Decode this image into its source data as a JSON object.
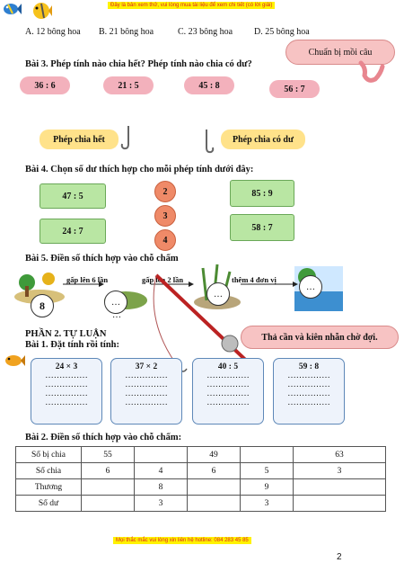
{
  "banner_top": "Đây là bản xem thử, vui lòng mua tài liệu để xem chi tiết (có lời giải)",
  "banner_bottom": "Mọi thắc mắc vui lòng xin liên hệ hotline: 084 283 45 85",
  "page_number": "2",
  "options_prev": [
    "A. 12 bông hoa",
    "B. 21 bông hoa",
    "C. 23 bông hoa",
    "D. 25 bông hoa"
  ],
  "bai3": {
    "title": "Bài 3. Phép tính nào chia hết? Phép tính nào chia có dư?",
    "bubble": "Chuẩn bị mồi câu",
    "worms": [
      "36 : 6",
      "21 : 5",
      "45 : 8",
      "56 : 7"
    ],
    "hook_exact": "Phép chia hết",
    "hook_remainder": "Phép chia có dư"
  },
  "bai4": {
    "title": "Bài 4. Chọn số dư thích hợp cho mỗi phép tính dưới đây:",
    "left": [
      "47 : 5",
      "24 : 7"
    ],
    "remainders": [
      "2",
      "3",
      "4"
    ],
    "right": [
      "85 : 9",
      "58 : 7"
    ]
  },
  "bai5": {
    "title": "Bài 5. Điền số thích hợp vào chỗ chấm",
    "start": "8",
    "steps": [
      "gấp lên 6 lần",
      "gấp lên 2 lần",
      "thêm 4 đơn vị"
    ],
    "blank": "…"
  },
  "phan2": {
    "title": "PHẦN 2. TỰ LUẬN",
    "bai1_title": "Bài 1. Đặt tính rồi tính:",
    "bubble": "Thả cần và kiên nhẫn chờ đợi.",
    "calcs": [
      "24 × 3",
      "37 × 2",
      "40 : 5",
      "59 : 8"
    ],
    "dots": "……………"
  },
  "bai2": {
    "title": "Bài 2. Điền số thích hợp vào chỗ chấm:",
    "rows": [
      [
        "Số bị chia",
        "55",
        "",
        "49",
        "",
        "63"
      ],
      [
        "Số chia",
        "6",
        "4",
        "6",
        "5",
        "3"
      ],
      [
        "Thương",
        "",
        "8",
        "",
        "9",
        ""
      ],
      [
        "Số dư",
        "",
        "3",
        "",
        "3",
        ""
      ]
    ]
  }
}
